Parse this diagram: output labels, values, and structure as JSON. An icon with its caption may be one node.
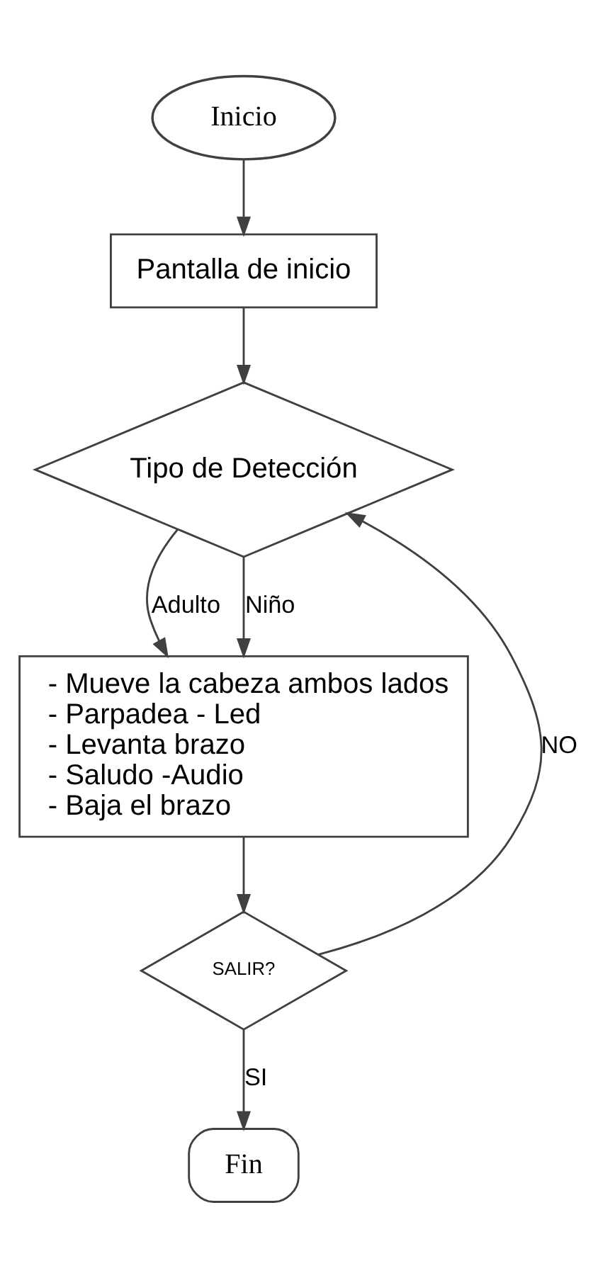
{
  "diagram": {
    "nodes": [
      {
        "text": [
          "Inicio"
        ]
      },
      {
        "text": [
          "Pantalla de inicio"
        ]
      },
      {
        "text": [
          "Tipo de Detección"
        ]
      },
      {
        "text": [
          "- Mueve la cabeza ambos lados",
          "- Parpadea - Led",
          "- Levanta brazo",
          "- Saludo -Audio",
          "- Baja el brazo"
        ]
      },
      {
        "text": [
          "SALIR?"
        ]
      },
      {
        "text": [
          "Fin"
        ]
      }
    ],
    "edges": [
      {
        "from": 0,
        "to": 1,
        "arrow": "to"
      },
      {
        "from": 1,
        "to": 2,
        "arrow": "to"
      },
      {
        "from": 2,
        "to": 3,
        "arrow": "to",
        "label": "Adulto"
      },
      {
        "from": 2,
        "to": 3,
        "arrow": "to",
        "label": "Niño"
      },
      {
        "from": 3,
        "to": 4,
        "arrow": "to"
      },
      {
        "from": 4,
        "to": 5,
        "arrow": "to",
        "label": "SI"
      },
      {
        "from": 4,
        "to": 2,
        "arrow": "to",
        "label": "NO"
      }
    ]
  }
}
